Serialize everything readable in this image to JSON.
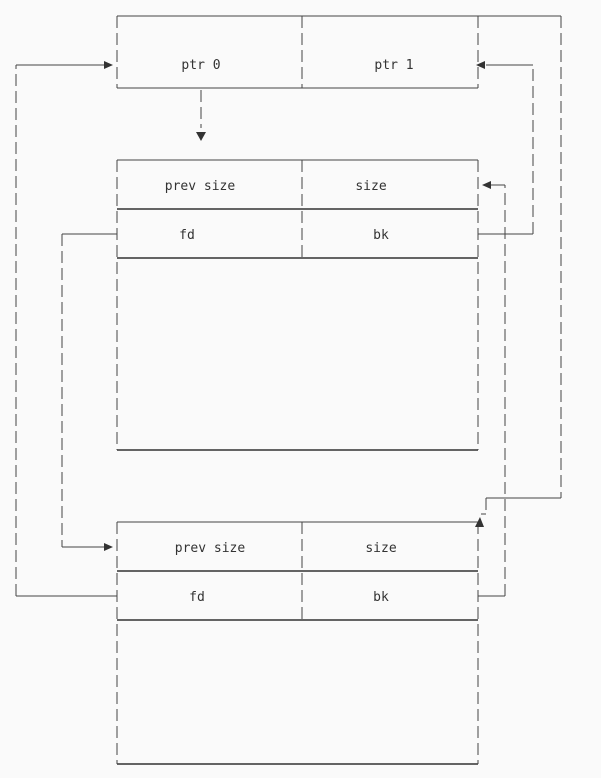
{
  "pointer_table": {
    "ptr0": "ptr 0",
    "ptr1": "ptr 1"
  },
  "chunk_a": {
    "prev_size": "prev size",
    "size": "size",
    "fd": "fd",
    "bk": "bk"
  },
  "chunk_b": {
    "prev_size": "prev size",
    "size": "size",
    "fd": "fd",
    "bk": "bk"
  },
  "colors": {
    "background": "#fafafa",
    "line": "#444444",
    "text": "#333333"
  }
}
